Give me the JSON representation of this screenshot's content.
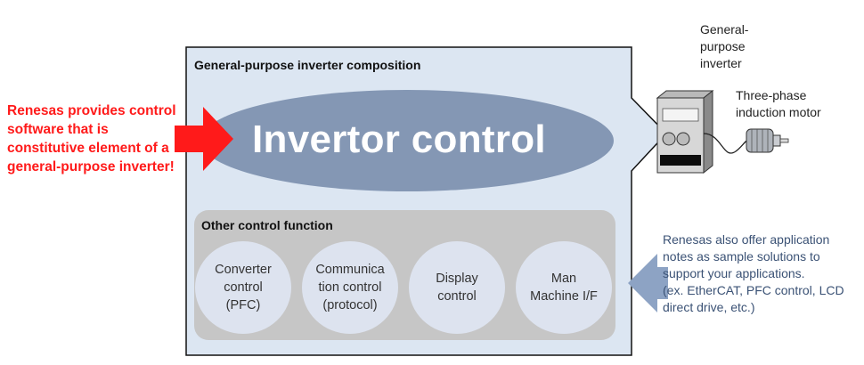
{
  "composition": {
    "title": "General-purpose inverter composition"
  },
  "left_note": {
    "text": "Renesas provides control software that is constitutive element of a general-purpose inverter!"
  },
  "main_function": {
    "label": "Invertor control"
  },
  "other_functions": {
    "title": "Other control function",
    "items": [
      {
        "label": "Converter\ncontrol\n(PFC)"
      },
      {
        "label": "Communica\ntion control\n(protocol)"
      },
      {
        "label": "Display\ncontrol"
      },
      {
        "label": "Man\nMachine I/F"
      }
    ]
  },
  "devices": {
    "inverter_label": "General-purpose inverter",
    "motor_label": "Three-phase\ninduction motor"
  },
  "right_note": {
    "text": "Renesas also offer application notes as sample solutions to support your applications.\n(ex. EtherCAT, PFC control, LCD direct drive, etc.)"
  },
  "colors": {
    "frame_fill": "#dce6f2",
    "ellipse_fill": "#8497b4",
    "panel_fill": "#c6c6c6",
    "bubble_fill": "#dde3ef",
    "highlight_red": "#ff1a1a",
    "arrow_blue": "#8da3c4",
    "note_blue": "#3b5275"
  }
}
